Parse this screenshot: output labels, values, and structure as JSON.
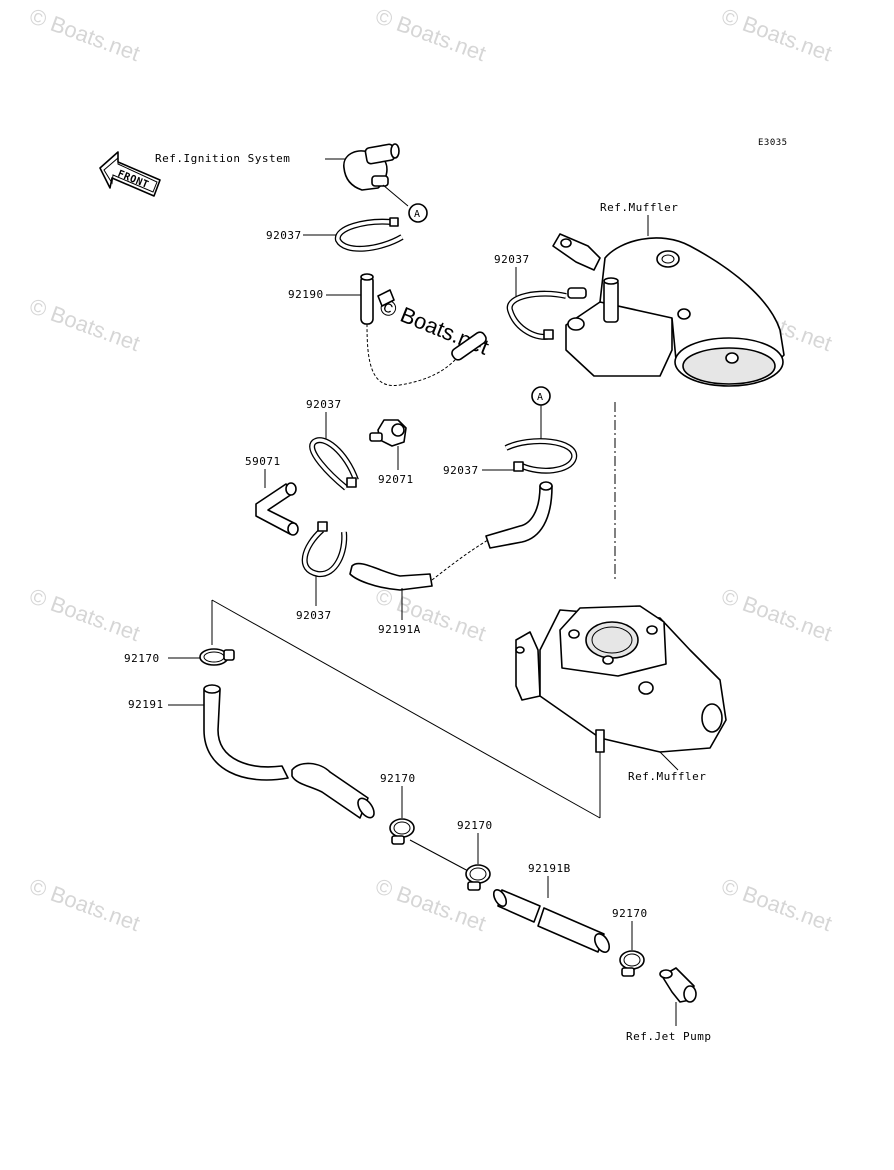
{
  "diagram": {
    "code": "E3035",
    "front_label": "FRONT",
    "callout_letter": "A",
    "labels": {
      "ref_ignition": "Ref.Ignition System",
      "ref_muffler_top": "Ref.Muffler",
      "ref_muffler_bottom": "Ref.Muffler",
      "ref_jet_pump": "Ref.Jet Pump",
      "p92037_a": "92037",
      "p92037_b": "92037",
      "p92037_c": "92037",
      "p92037_d": "92037",
      "p92037_e": "92037",
      "p92190": "92190",
      "p59071": "59071",
      "p92071": "92071",
      "p92191A": "92191A",
      "p92170_a": "92170",
      "p92170_b": "92170",
      "p92170_c": "92170",
      "p92170_d": "92170",
      "p92191": "92191",
      "p92191B": "92191B"
    },
    "watermark": "© Boats.net",
    "center_watermark": "© Boats.net"
  }
}
